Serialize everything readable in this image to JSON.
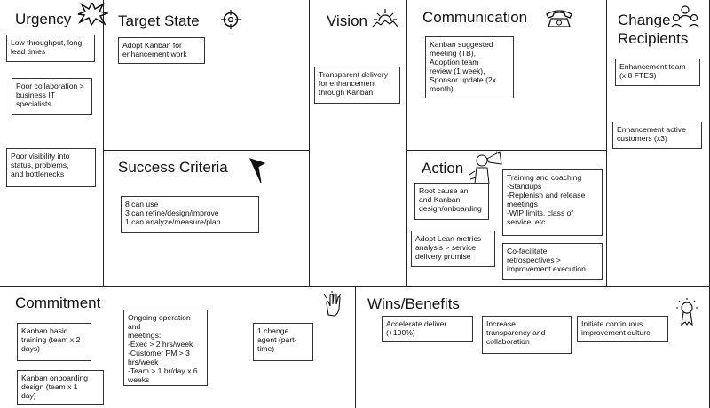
{
  "sections": {
    "urgency": {
      "title": "Urgency",
      "notes": [
        "Low throughput, long\nlead times",
        "Poor collaboration >\nbusiness IT\nspecialists",
        "Poor visibility into\nstatus, problems,\nand bottlenecks"
      ]
    },
    "target_state": {
      "title": "Target State",
      "notes": [
        "Adopt Kanban for\nenhancement work"
      ]
    },
    "vision": {
      "title": "Vision",
      "notes": [
        "Transparent delivery\nfor enhancement\nthrough Kanban"
      ]
    },
    "communication": {
      "title": "Communication",
      "notes": [
        "Kanban suggested\nmeeting (TB),\nAdoption team\nreview (1 week),\nSponsor update (2x\nmonth)"
      ]
    },
    "change_recipients": {
      "title_line1": "Change",
      "title_line2": "Recipients",
      "notes": [
        "Enhancement team\n(x 8 FTES)",
        "Enhancement active\ncustomers (x3)"
      ]
    },
    "success_criteria": {
      "title": "Success Criteria",
      "notes": [
        "8 can use\n3 can refine/design/improve\n1 can analyze/measure/plan"
      ]
    },
    "action": {
      "title": "Action",
      "notes": [
        "Root cause an\nand Kanban\ndesign/onboarding",
        "Training and coaching\n-Standups\n-Replenish and release\nmeetings\n-WIP limits, class of\nservice, etc.",
        "Adopt Lean metrics\nanalysis > service\ndelivery promise",
        "Co-facilitate\nretrospectives >\nimprovement execution"
      ]
    },
    "commitment": {
      "title": "Commitment",
      "notes": [
        "Kanban basic\ntraining (team x 2\ndays)",
        "Kanban onboarding\ndesign (team x 1\nday)",
        "Ongoing operation and\nmeetings:\n-Exec > 2 hrs/week\n-Customer PM > 3\nhrs/week\n-Team > 1 hr/day x 6\nweeks",
        "1 change\nagent (part-\ntime)"
      ]
    },
    "wins_benefits": {
      "title": "Wins/Benefits",
      "notes": [
        "Accelerate deliver\n(+100%)",
        "Increase\ntransparency and\ncollaboration",
        "Initiate continuous\nimprovement culture"
      ]
    }
  },
  "icons": {
    "urgency": "explosion-icon",
    "target_state": "crosshair-icon",
    "vision": "sunrise-icon",
    "communication": "telephone-icon",
    "change_recipients": "people-group-icon",
    "success_criteria": "flag-icon",
    "action": "megaphone-person-icon",
    "commitment": "hand-icon",
    "wins_benefits": "award-ribbon-icon"
  }
}
